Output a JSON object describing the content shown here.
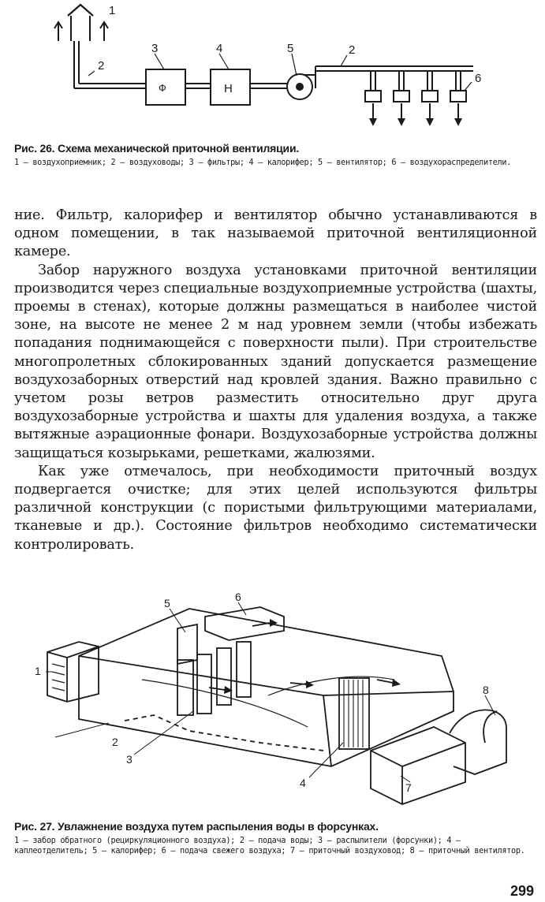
{
  "figure1": {
    "labels": [
      "1",
      "2",
      "3",
      "4",
      "5",
      "2",
      "6"
    ],
    "box_filter": "Ф",
    "box_heater": "Н",
    "caption_title": "Рис. 26. Схема механической приточной вентиляции.",
    "caption_text": "1 — воздухоприемник; 2 — воздуховоды; 3 — фильтры; 4 — калорифер; 5 — вентилятор; 6 — воздухораспределители."
  },
  "body": {
    "p1": "ние. Фильтр, калорифер и вентилятор обычно устанавливаются в одном помещении, в так называемой приточной вентиляционной камере.",
    "p2": "Забор наружного воздуха установками приточной вентиляции производится через специальные воздухоприемные устройства (шахты, проемы в стенах), которые должны размещаться в наиболее чистой зоне, на высоте не менее 2 м над уровнем земли (чтобы избежать попадания поднимающейся с поверхности пыли). При строительстве многопролетных сблокированных зданий допускается размещение воздухозаборных отверстий над кровлей здания. Важно правильно с учетом розы ветров разместить относительно друг друга воздухозаборные устройства и шахты для удаления воздуха, а также вытяжные аэрационные фонари. Воздухозаборные устройства должны защищаться козырьками, решетками, жалюзями.",
    "p3": "Как уже отмечалось, при необходимости приточный воздух подвергается очистке; для этих целей используются фильтры различной конструкции (с пористыми фильтрующими материалами, тканевые и др.). Состояние фильтров необходимо систематически контролировать."
  },
  "figure2": {
    "labels": [
      "1",
      "2",
      "3",
      "4",
      "5",
      "6",
      "7",
      "8"
    ],
    "caption_title": "Рис. 27. Увлажнение воздуха путем распыления воды в форсунках.",
    "caption_text": "1 — забор обратного (рециркуляционного воздуха); 2 — подача воды; 3 — распылители (форсунки); 4 — каплеотделитель; 5 — калорифер; 6 — подача свежего воздуха; 7 — приточный воздуховод; 8 — приточный вентилятор."
  },
  "page_number": "299"
}
